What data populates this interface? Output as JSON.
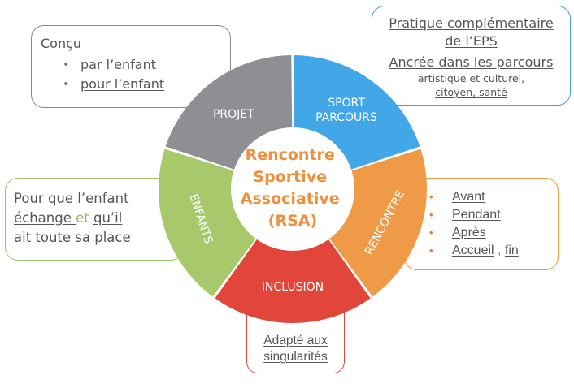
{
  "center": {
    "lines": [
      "Rencontre",
      "Sportive",
      "Associative",
      "(RSA)"
    ],
    "color": "#ee913e"
  },
  "segments": [
    {
      "id": "sport",
      "label_lines": [
        "SPORT",
        "PARCOURS"
      ],
      "color": "#43a6e6"
    },
    {
      "id": "rencontre",
      "label_lines": [
        "RENCONTRE"
      ],
      "color": "#ee9a46"
    },
    {
      "id": "inclusion",
      "label_lines": [
        "INCLUSION"
      ],
      "color": "#e2463b"
    },
    {
      "id": "enfants",
      "label_lines": [
        "ENFANTS"
      ],
      "color": "#a7c96c"
    },
    {
      "id": "projet",
      "label_lines": [
        "PROJET"
      ],
      "color": "#8e8f92"
    }
  ],
  "boxes": {
    "projet": {
      "title": "Conçu",
      "items": [
        "par l’enfant",
        "pour l’enfant"
      ],
      "border_color": "#8a8a8a"
    },
    "sport": {
      "line1": "Pratique complémentaire",
      "line1b": "de l’EPS",
      "line2": "Ancrée dans les parcours",
      "line3": "artistique et culturel,",
      "line3b": "citoyen, santé",
      "border_color": "#3fa0e3"
    },
    "enfants": {
      "part1": "Pour que l’enfant",
      "part2a": "échange ",
      "connector": "et",
      "part2b": "qu’il",
      "part3": "ait toute sa place",
      "border_color": "#9dc46b"
    },
    "rencontre": {
      "items": [
        "Avant",
        "Pendant",
        "Après"
      ],
      "last_item_a": "Accueil",
      "last_item_sep": " , ",
      "last_item_b": "fin",
      "border_color": "#ee9a46"
    },
    "inclusion": {
      "line1": "Adapté aux",
      "line2": "singularités",
      "border_color": "#e2463b"
    }
  }
}
